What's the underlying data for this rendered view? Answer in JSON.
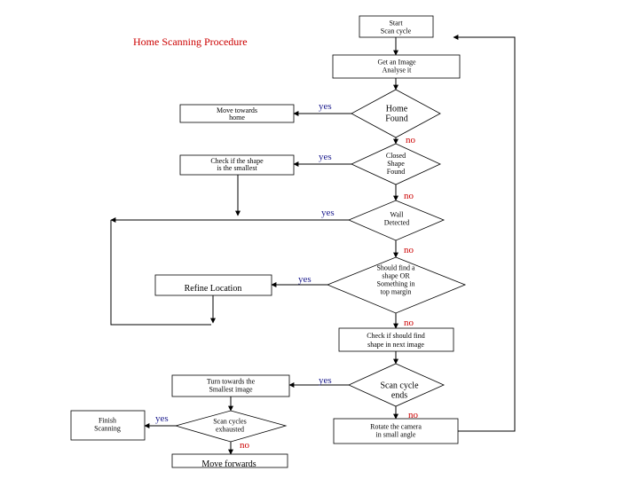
{
  "title": "Home Scanning Procedure",
  "colors": {
    "yes": "#1a1a8c",
    "no": "#cc0000",
    "title": "#cc0000",
    "line": "#000000"
  },
  "labels": {
    "yes": "yes",
    "no": "no"
  },
  "nodes": {
    "start": [
      "Start",
      "Scan cycle"
    ],
    "get_image": [
      "Get an Image",
      "Analyse it"
    ],
    "home_found": [
      "Home",
      "Found"
    ],
    "move_home": [
      "Move towards",
      "home"
    ],
    "closed_shape": [
      "Closed",
      "Shape",
      "Found"
    ],
    "check_smallest": [
      "Check if the shape",
      "is the smallest"
    ],
    "wall": [
      "Wall",
      "Detected"
    ],
    "should_find": [
      "Should find a",
      "shape OR",
      "Something in",
      "top margin"
    ],
    "refine": [
      "Refine Location"
    ],
    "check_next": [
      "Check if should find",
      "shape in next image"
    ],
    "scan_ends": [
      "Scan cycle",
      "ends"
    ],
    "turn_smallest": [
      "Turn towards the",
      "Smallest image"
    ],
    "rotate": [
      "Rotate the camera",
      "in small angle"
    ],
    "cycles_exhausted": [
      "Scan cycles",
      "exhausted"
    ],
    "finish": [
      "Finish",
      "Scanning"
    ],
    "move_forwards": [
      "Move forwards"
    ]
  }
}
